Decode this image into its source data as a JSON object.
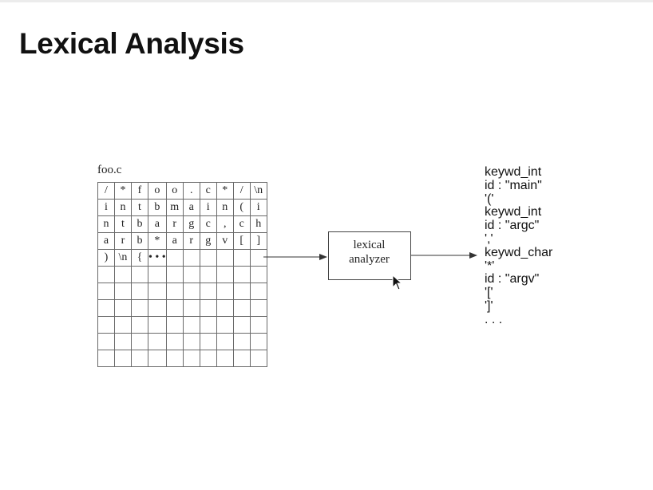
{
  "title": "Lexical Analysis",
  "source_file": {
    "name": "foo.c",
    "rows": [
      [
        "/",
        "*",
        "f",
        "o",
        "o",
        ".",
        "c",
        "*",
        "/",
        "\\n"
      ],
      [
        "i",
        "n",
        "t",
        "b",
        "m",
        "a",
        "i",
        "n",
        "(",
        "i"
      ],
      [
        "n",
        "t",
        "b",
        "a",
        "r",
        "g",
        "c",
        ",",
        "c",
        "h"
      ],
      [
        "a",
        "r",
        "b",
        "*",
        "a",
        "r",
        "g",
        "v",
        "[",
        "]"
      ],
      [
        ")",
        "\\n",
        "{",
        "• • •",
        "",
        "",
        "",
        "",
        "",
        ""
      ],
      [
        "",
        "",
        "",
        "",
        "",
        "",
        "",
        "",
        "",
        ""
      ],
      [
        "",
        "",
        "",
        "",
        "",
        "",
        "",
        "",
        "",
        ""
      ],
      [
        "",
        "",
        "",
        "",
        "",
        "",
        "",
        "",
        "",
        ""
      ],
      [
        "",
        "",
        "",
        "",
        "",
        "",
        "",
        "",
        "",
        ""
      ],
      [
        "",
        "",
        "",
        "",
        "",
        "",
        "",
        "",
        "",
        ""
      ],
      [
        "",
        "",
        "",
        "",
        "",
        "",
        "",
        "",
        "",
        ""
      ]
    ]
  },
  "analyzer": {
    "line1": "lexical",
    "line2": "analyzer"
  },
  "tokens": [
    "keywd_int",
    "id : \"main\"",
    "'('",
    "keywd_int",
    "id : \"argc\"",
    "','",
    "keywd_char",
    "'*'",
    "id : \"argv\"",
    "'['",
    "']'",
    ". . ."
  ]
}
